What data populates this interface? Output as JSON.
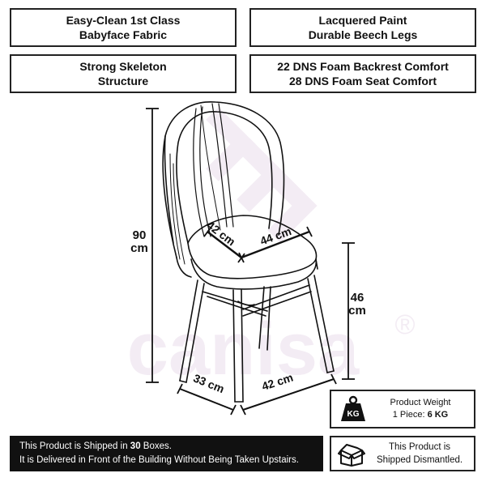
{
  "features": [
    {
      "line1": "Easy-Clean 1st Class",
      "line2": "Babyface Fabric"
    },
    {
      "line1": "Lacquered Paint",
      "line2": "Durable Beech Legs"
    },
    {
      "line1": "Strong Skeleton",
      "line2": "Structure"
    },
    {
      "line1": "22 DNS Foam Backrest Comfort",
      "line2": "28 DNS Foam Seat Comfort"
    }
  ],
  "dimensions": {
    "height": {
      "value": "90",
      "unit": "cm"
    },
    "seat_height": {
      "value": "46",
      "unit": "cm"
    },
    "seat_depth": "42 cm",
    "seat_width": "44 cm",
    "base_depth": "33 cm",
    "base_width": "42 cm"
  },
  "watermark": "canisa",
  "watermark_mark": "®",
  "weight": {
    "icon_label": "KG",
    "title": "Product Weight",
    "piece_prefix": "1 Piece: ",
    "piece_value": "6 KG"
  },
  "shipping": {
    "line1_prefix": "This Product is Shipped in ",
    "line1_count": "30",
    "line1_suffix": " Boxes.",
    "line2": "It is Delivered in Front of the Building Without Being Taken Upstairs."
  },
  "dismantled": {
    "line1": "This Product is",
    "line2": "Shipped Dismantled."
  },
  "colors": {
    "ink": "#111111",
    "border": "#222222",
    "watermark": "#f1eaf2",
    "ship_bar_bg": "#111111"
  }
}
